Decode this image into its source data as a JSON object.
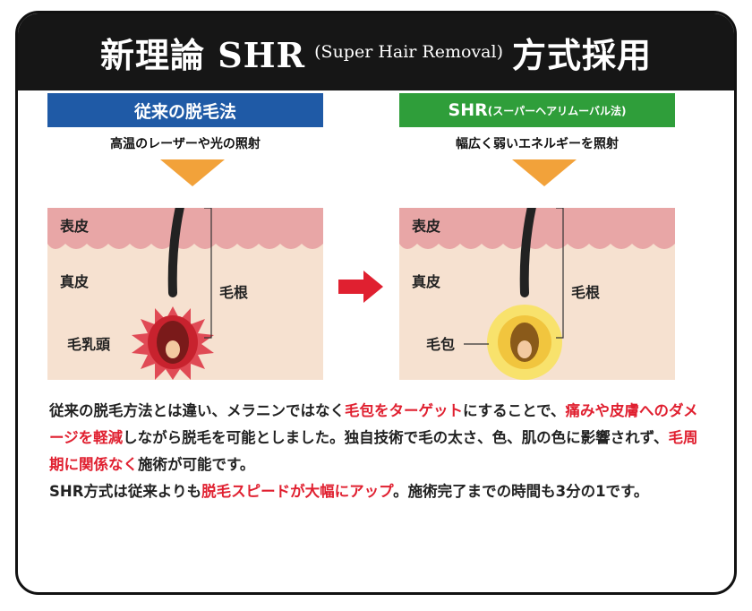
{
  "header": {
    "title_main": "新理論 SHR",
    "title_sub": "(Super Hair Removal)",
    "title_tail": "方式採用"
  },
  "left_panel": {
    "label": "従来の脱毛法",
    "description": "高温のレーザーや光の照射",
    "labels": {
      "epidermis": "表皮",
      "dermis": "真皮",
      "papilla": "毛乳頭",
      "root": "毛根"
    }
  },
  "right_panel": {
    "label_main": "SHR",
    "label_sub": "(スーパーヘアリムーバル法)",
    "description": "幅広く弱いエネルギーを照射",
    "labels": {
      "epidermis": "表皮",
      "dermis": "真皮",
      "follicle": "毛包",
      "root": "毛根"
    }
  },
  "body": {
    "p1": [
      {
        "text": "従来の脱毛方法とは違い、メラニンではなく",
        "hl": false
      },
      {
        "text": "毛包をターゲット",
        "hl": true
      },
      {
        "text": "にすることで、",
        "hl": false
      },
      {
        "text": "痛みや皮膚へのダメージを軽減",
        "hl": true
      },
      {
        "text": "しながら脱毛を可能としました。独自技術で毛の太さ、色、肌の色に影響されず、",
        "hl": false
      },
      {
        "text": "毛周期に関係なく",
        "hl": true
      },
      {
        "text": "施術が可能です。",
        "hl": false
      }
    ],
    "p2": [
      {
        "text": "SHR方式は従来よりも",
        "hl": false
      },
      {
        "text": "脱毛スピードが大幅にアップ",
        "hl": true
      },
      {
        "text": "。施術完了までの時間も3分の1です。",
        "hl": false
      }
    ]
  },
  "colors": {
    "header_bg": "#161616",
    "blue_label": "#1f5aa6",
    "green_label": "#2f9e3a",
    "highlight": "#e02030",
    "arrow": "#e02030"
  }
}
